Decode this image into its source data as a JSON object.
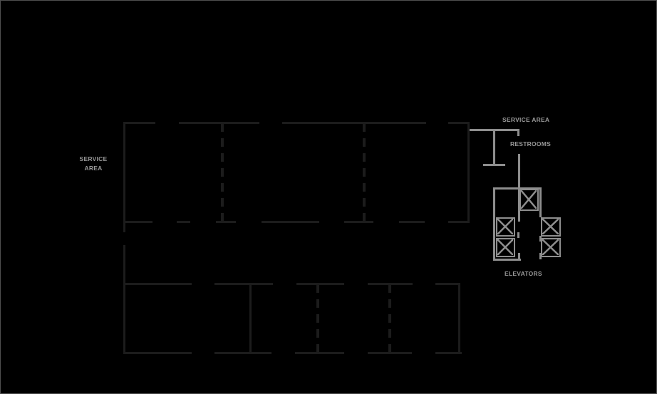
{
  "colors": {
    "background": "#000000",
    "border": "#4f4f4f",
    "wall": "#1c1c1c",
    "service": "#8e8e8e",
    "text": "#999999"
  },
  "labels": {
    "service_area_left_line1": "SERVICE",
    "service_area_left_line2": "AREA",
    "service_area_right": "SERVICE AREA",
    "restrooms": "RESTROOMS",
    "elevators": "ELEVATORS"
  },
  "floorplan": {
    "walls": [
      [
        172,
        170,
        45,
        3
      ],
      [
        250,
        170,
        113,
        3
      ],
      [
        395,
        170,
        202,
        3
      ],
      [
        628,
        170,
        30,
        3
      ],
      [
        172,
        170,
        3,
        155
      ],
      [
        172,
        343,
        3,
        153
      ],
      [
        655,
        170,
        3,
        142
      ],
      [
        172,
        309,
        41,
        3
      ],
      [
        247,
        309,
        19,
        3
      ],
      [
        302,
        309,
        28,
        3
      ],
      [
        366,
        309,
        81,
        3
      ],
      [
        482,
        309,
        41,
        3
      ],
      [
        559,
        309,
        36,
        3
      ],
      [
        628,
        309,
        30,
        3
      ],
      [
        172,
        396,
        96,
        3
      ],
      [
        300,
        396,
        82,
        3
      ],
      [
        415,
        396,
        67,
        3
      ],
      [
        515,
        396,
        63,
        3
      ],
      [
        610,
        396,
        35,
        3
      ],
      [
        172,
        493,
        96,
        3
      ],
      [
        300,
        493,
        80,
        3
      ],
      [
        413,
        493,
        69,
        3
      ],
      [
        515,
        493,
        62,
        3
      ],
      [
        610,
        493,
        37,
        3
      ],
      [
        642,
        396,
        3,
        100
      ],
      [
        349,
        396,
        3,
        100
      ]
    ],
    "dashed_walls": [
      [
        309,
        172,
        4,
        137
      ],
      [
        508,
        172,
        4,
        137
      ],
      [
        443,
        398,
        4,
        95
      ],
      [
        544,
        398,
        4,
        95
      ]
    ],
    "service_lines": [
      [
        658,
        180,
        70,
        3
      ],
      [
        725,
        180,
        3,
        10
      ],
      [
        691,
        181,
        3,
        51
      ],
      [
        677,
        229,
        31,
        3
      ],
      [
        726,
        215,
        3,
        95
      ],
      [
        691,
        262,
        68,
        3
      ],
      [
        691,
        262,
        3,
        103
      ],
      [
        691,
        362,
        39,
        3
      ],
      [
        726,
        354,
        3,
        11
      ],
      [
        756,
        262,
        3,
        42
      ],
      [
        725,
        325,
        3,
        8
      ],
      [
        756,
        330,
        3,
        8
      ],
      [
        756,
        354,
        3,
        9
      ]
    ],
    "elevator_boxes": [
      [
        728,
        264,
        27,
        31
      ],
      [
        695,
        304,
        27,
        27
      ],
      [
        695,
        333,
        27,
        27
      ],
      [
        758,
        304,
        28,
        27
      ],
      [
        758,
        333,
        28,
        27
      ]
    ]
  }
}
